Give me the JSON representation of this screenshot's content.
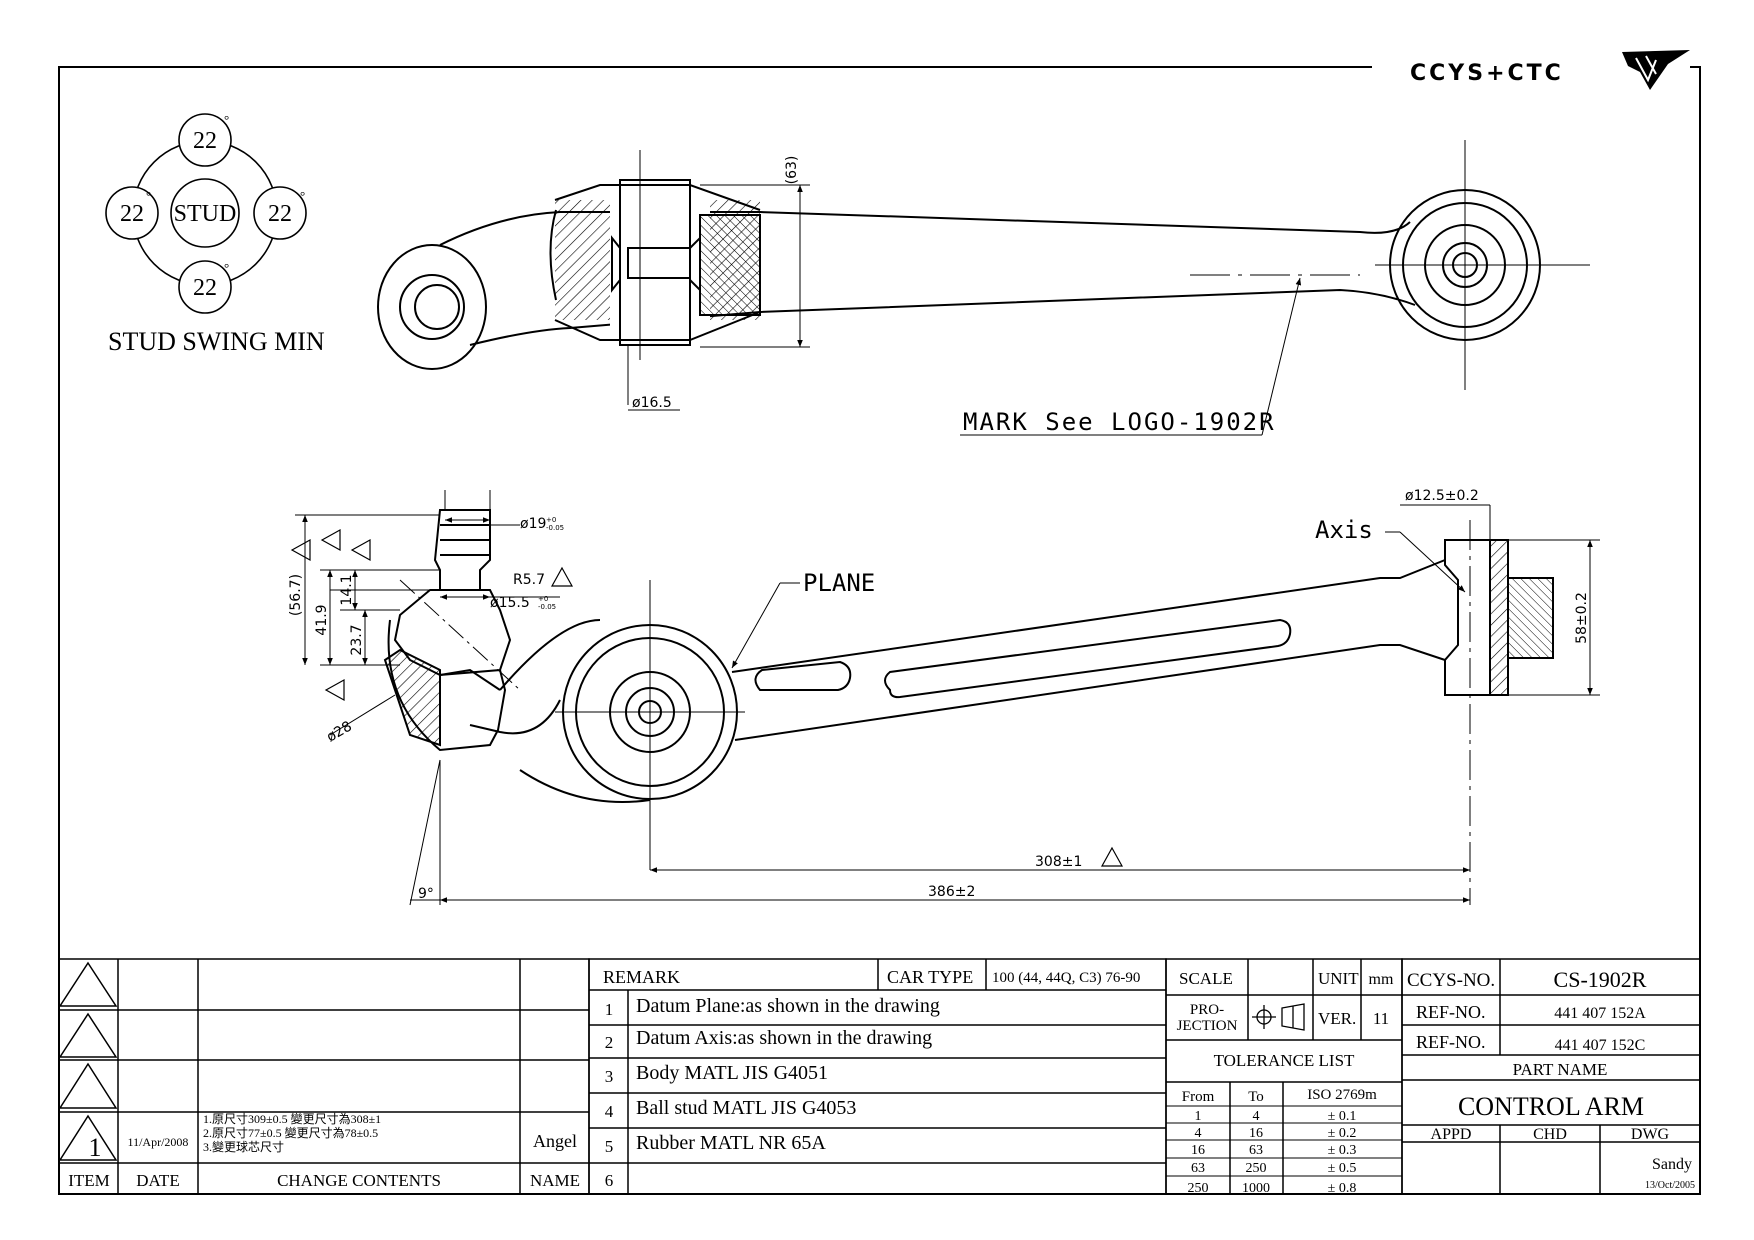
{
  "logo": {
    "text": "CCYS+CTC"
  },
  "stud_swing": {
    "center_label": "STUD",
    "angles": [
      "22",
      "22",
      "22",
      "22"
    ],
    "degree_mark": "°",
    "caption": "STUD SWING MIN"
  },
  "top_view": {
    "dim_63": "(63)",
    "dim_phi16_5": "ø16.5",
    "mark_note": "MARK See LOGO-1902R"
  },
  "side_view": {
    "dim_phi12_5": "ø12.5±0.2",
    "axis_label": "Axis",
    "dim_58": "58±0.2",
    "plane_label": "PLANE",
    "dim_phi19": "ø19",
    "dim_phi19_tol_upper": "+0",
    "dim_phi19_tol_lower": "-0.05",
    "dim_r5_7": "R5.7",
    "dim_phi15_5": "ø15.5",
    "dim_phi15_5_tol_upper": "+0",
    "dim_phi15_5_tol_lower": "-0.05",
    "dim_56_7": "(56.7)",
    "dim_41_9": "41.9",
    "dim_14_1": "14.1",
    "dim_23_7": "23.7",
    "dim_phi28": "ø28",
    "dim_308": "308±1",
    "dim_386": "386±2",
    "dim_9deg": "9°"
  },
  "revisions": {
    "headers": {
      "item": "ITEM",
      "date": "DATE",
      "change": "CHANGE CONTENTS",
      "name": "NAME"
    },
    "rows": [
      {
        "item": "",
        "date": "",
        "changes": [],
        "name": ""
      },
      {
        "item": "",
        "date": "",
        "changes": [],
        "name": ""
      },
      {
        "item": "",
        "date": "",
        "changes": [],
        "name": ""
      },
      {
        "item": "1",
        "date": "11/Apr/2008",
        "changes": [
          "1.原尺寸309±0.5 變更尺寸為308±1",
          "2.原尺寸77±0.5 變更尺寸為78±0.5",
          "3.變更球芯尺寸"
        ],
        "name": "Angel"
      }
    ]
  },
  "remarks": {
    "header": "REMARK",
    "car_type_label": "CAR TYPE",
    "car_type_value": "100 (44, 44Q, C3) 76-90",
    "items": [
      {
        "no": "1",
        "text": "Datum Plane:as shown in the drawing"
      },
      {
        "no": "2",
        "text": "Datum Axis:as shown in the drawing"
      },
      {
        "no": "3",
        "text": "Body MATL JIS G4051"
      },
      {
        "no": "4",
        "text": "Ball stud MATL JIS G4053"
      },
      {
        "no": "5",
        "text": "Rubber MATL NR 65A"
      },
      {
        "no": "6",
        "text": ""
      }
    ]
  },
  "title_block": {
    "scale_label": "SCALE",
    "scale_value": "",
    "unit_label": "UNIT",
    "unit_value": "mm",
    "projection_label_1": "PRO-",
    "projection_label_2": "JECTION",
    "ver_label": "VER.",
    "ver_value": "11",
    "tolerance_title": "TOLERANCE LIST",
    "tolerance_headers": [
      "From",
      "To",
      "ISO 2769m"
    ],
    "tolerance_rows": [
      [
        "1",
        "4",
        "± 0.1"
      ],
      [
        "4",
        "16",
        "± 0.2"
      ],
      [
        "16",
        "63",
        "± 0.3"
      ],
      [
        "63",
        "250",
        "± 0.5"
      ],
      [
        "250",
        "1000",
        "± 0.8"
      ]
    ],
    "ccys_no_label": "CCYS-NO.",
    "ccys_no_value": "CS-1902R",
    "ref_no_label": "REF-NO.",
    "ref_no_1": "441 407 152A",
    "ref_no_2": "441 407 152C",
    "part_name_label": "PART NAME",
    "part_name": "CONTROL ARM",
    "appd_label": "APPD",
    "chd_label": "CHD",
    "dwg_label": "DWG",
    "appd_value": "",
    "chd_value": "",
    "dwg_name": "Sandy",
    "dwg_date": "13/Oct/2005"
  }
}
